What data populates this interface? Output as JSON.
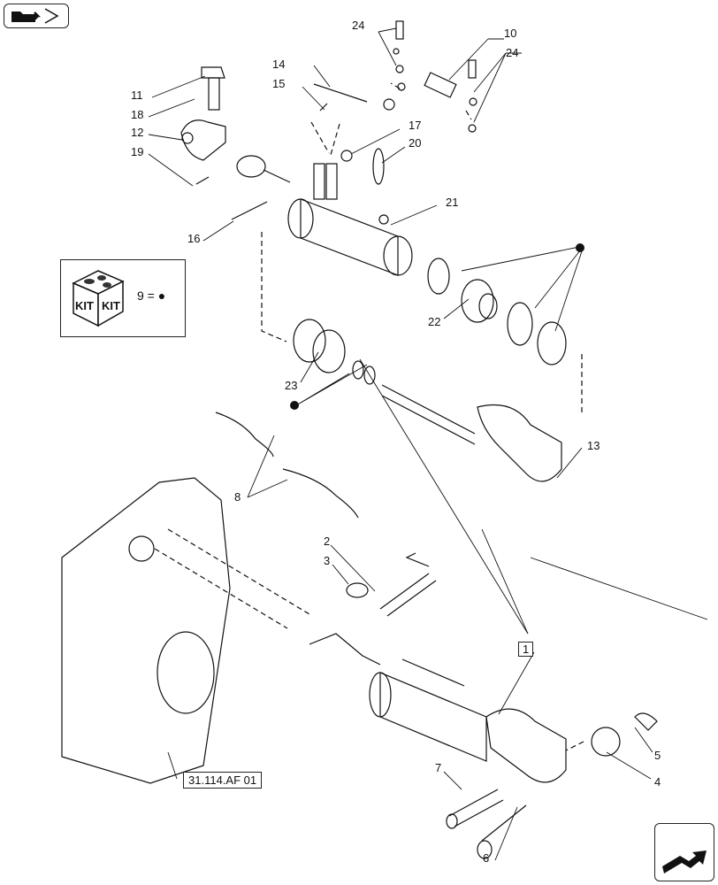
{
  "navigation": {
    "back_icon": "folder-back-arrow-icon",
    "forward_icon": "next-page-arrow-icon"
  },
  "kit_legend": {
    "kit_label_1": "KIT",
    "kit_label_2": "KIT",
    "equation": "9 = ●"
  },
  "reference": "31.114.AF 01",
  "assembly_marker": "1",
  "callouts": [
    "24",
    "10",
    "24",
    "14",
    "15",
    "11",
    "18",
    "12",
    "19",
    "17",
    "20",
    "21",
    "16",
    "22",
    "23",
    "13",
    "8",
    "2",
    "3",
    "7",
    "5",
    "4",
    "6"
  ]
}
